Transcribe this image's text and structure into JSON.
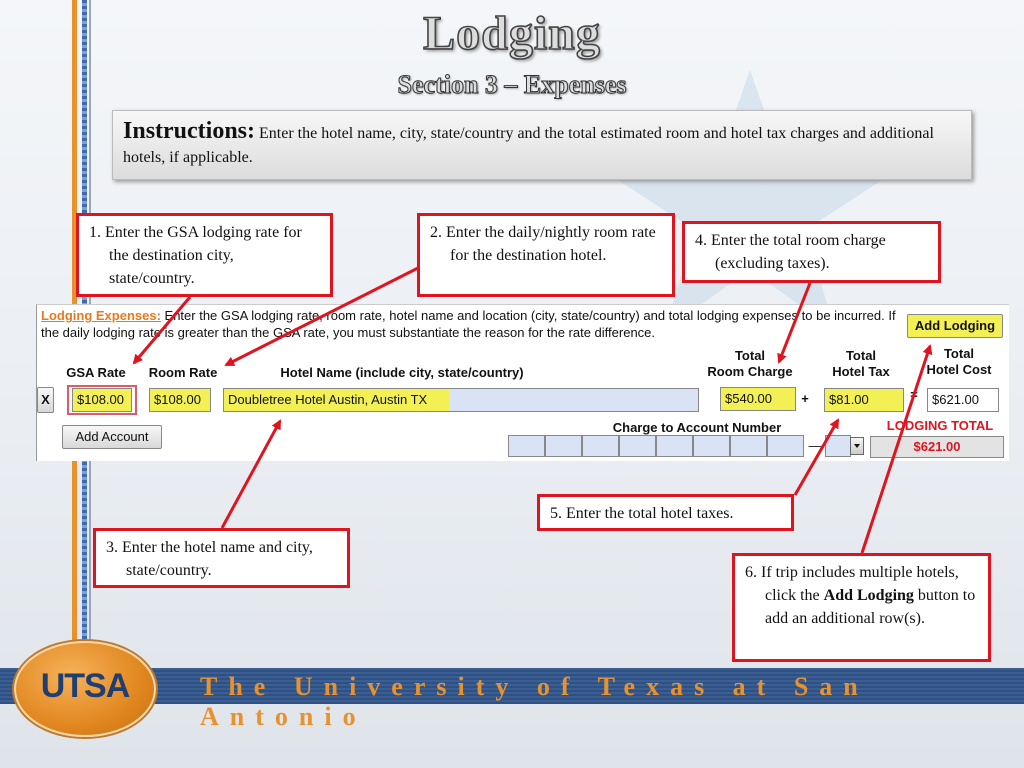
{
  "slide": {
    "title": "Lodging",
    "subtitle": "Section 3 – Expenses",
    "instructions_heading": "Instructions:",
    "instructions_text": " Enter the hotel name, city, state/country and the total estimated room and hotel tax charges and additional hotels, if applicable.",
    "footer": "The University of Texas at San Antonio",
    "logo_text": "UTSA"
  },
  "callouts": {
    "c1": "1. Enter the GSA lodging rate for the destination city, state/country.",
    "c2": "2. Enter the daily/nightly room rate for the destination hotel.",
    "c3": "3. Enter the hotel name and city, state/country.",
    "c4": "4. Enter the total room charge (excluding taxes).",
    "c5": "5. Enter the total hotel taxes.",
    "c6_pre": "6. If trip includes multiple hotels, click the ",
    "c6_bold": "Add Lodging",
    "c6_post": " button to add an additional row(s)."
  },
  "form": {
    "section_label": "Lodging Expenses:",
    "description": " Enter the GSA lodging rate, room rate, hotel name and location (city, state/country)  and total lodging expenses to be incurred. If the daily lodging rate is greater than the GSA rate, you must substantiate the reason for the rate difference.",
    "add_lodging_label": "Add Lodging",
    "headers": {
      "gsa_rate": "GSA Rate",
      "room_rate": "Room Rate",
      "hotel_name": "Hotel Name (include city, state/country)",
      "total_room_charge_1": "Total",
      "total_room_charge_2": "Room Charge",
      "total_hotel_tax_1": "Total",
      "total_hotel_tax_2": "Hotel Tax",
      "total_hotel_cost_1": "Total",
      "total_hotel_cost_2": "Hotel Cost"
    },
    "row": {
      "delete_label": "X",
      "gsa_rate": "$108.00",
      "room_rate": "$108.00",
      "hotel_name": "Doubletree Hotel Austin, Austin TX",
      "room_charge": "$540.00",
      "plus": "+",
      "hotel_tax": "$81.00",
      "equals": "=",
      "hotel_cost": "$621.00"
    },
    "add_account_label": "Add Account",
    "charge_to_account_label": "Charge to Account Number",
    "dash": "—",
    "lodging_total_label": "LODGING TOTAL",
    "lodging_total_value": "$621.00"
  },
  "colors": {
    "callout_border": "#e0141e",
    "highlight": "#f3f056",
    "accent_orange": "#e8922e",
    "footer_blue": "#3b5f92"
  }
}
